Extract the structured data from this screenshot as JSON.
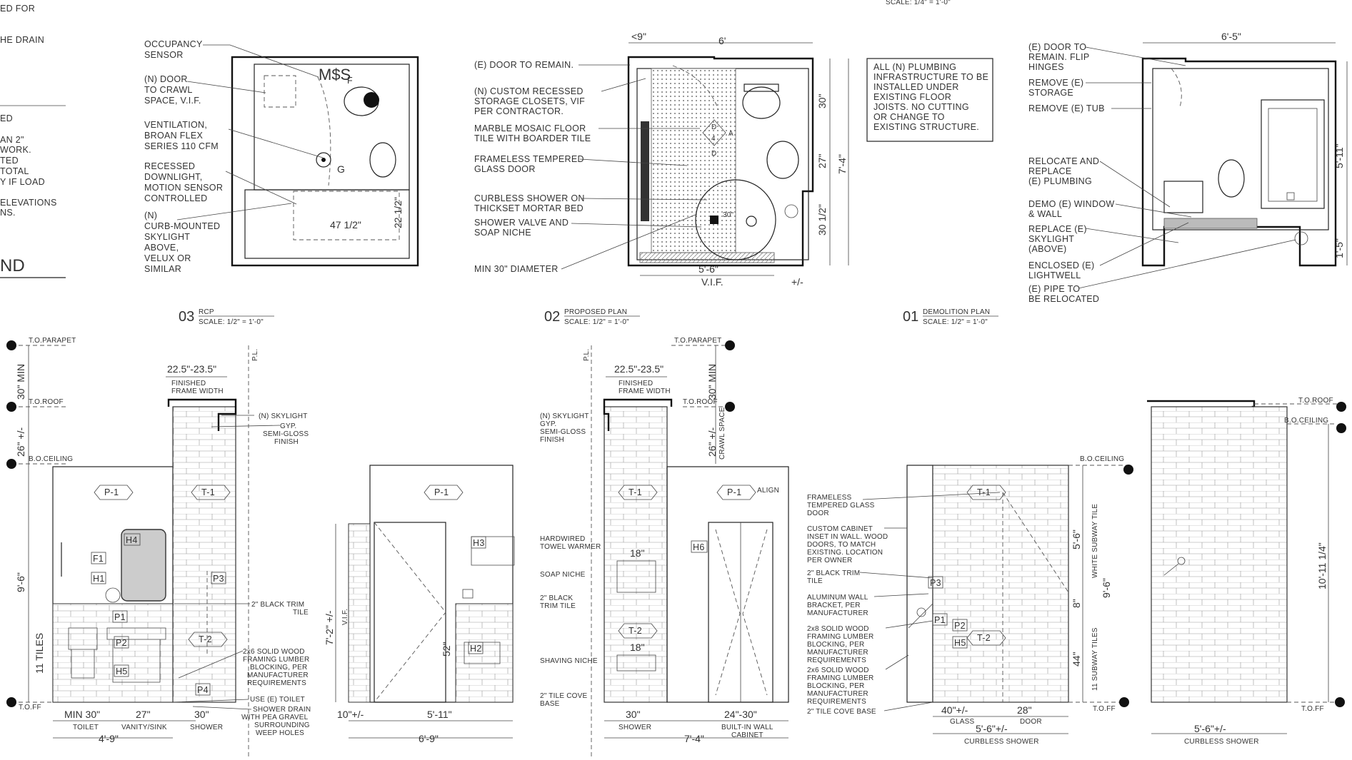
{
  "legend": {
    "partial_lines": [
      "ED FOR",
      "HE DRAIN",
      "ED",
      "AN 2\"",
      "WORK.",
      "TED",
      "TOTAL",
      "Y IF LOAD",
      "ELEVATIONS",
      "NS."
    ],
    "heading": "ND"
  },
  "rcp": {
    "number": "03",
    "title": "RCP",
    "scale": "SCALE: 1/2\" = 1'-0\"",
    "notes": [
      [
        "OCCUPANCY",
        "SENSOR"
      ],
      [
        "(N) DOOR",
        "TO CRAWL",
        "SPACE, V.I.F."
      ],
      [
        "VENTILATION,",
        "BROAN FLEX",
        "SERIES 110 CFM"
      ],
      [
        "RECESSED",
        "DOWNLIGHT,",
        "MOTION SENSOR",
        "CONTROLLED"
      ],
      [
        "(N)",
        "CURB-MOUNTED",
        "SKYLIGHT",
        "ABOVE,",
        "VELUX OR",
        "SIMILAR"
      ]
    ],
    "switch_label": "M$S",
    "switch_sub": "F",
    "g_label": "G",
    "dim_width": "47 1/2\"",
    "dim_depth": "22 1/2\""
  },
  "proposed": {
    "number": "02",
    "title": "PROPOSED PLAN",
    "scale": "SCALE: 1/2\" = 1'-0\"",
    "notes": [
      [
        "(E) DOOR TO REMAIN."
      ],
      [
        "(N) CUSTOM RECESSED",
        "STORAGE CLOSETS, VIF",
        "PER CONTRACTOR."
      ],
      [
        "MARBLE MOSAIC FLOOR",
        "TILE WITH BOARDER TILE"
      ],
      [
        "FRAMELESS TEMPERED",
        "GLASS DOOR"
      ],
      [
        "CURBLESS SHOWER ON",
        "THICKSET MORTAR BED"
      ],
      [
        "SHOWER VALVE AND",
        "SOAP NICHE"
      ],
      [
        "MIN 30\" DIAMETER"
      ]
    ],
    "box_note": [
      "ALL (N) PLUMBING",
      "INFRASTRUCTURE TO BE",
      "INSTALLED UNDER",
      "EXISTING FLOOR",
      "JOISTS. NO CUTTING",
      "OR CHANGE TO",
      "EXISTING STRUCTURE."
    ],
    "dims": {
      "top_small": "<9\"",
      "top": "6'",
      "right_1": "30\"",
      "right_2": "27\"",
      "right_3": "30 1/2\"",
      "right_total": "7'-4\"",
      "bottom": "5'-6\"",
      "bottom_vif": "V.I.F.",
      "bottom_tol": "+/-",
      "circle": "30\""
    },
    "section_marker": {
      "top": "D",
      "middle": "4",
      "right": "A",
      "bottom": "D"
    }
  },
  "demolition": {
    "number": "01",
    "title": "DEMOLITION PLAN",
    "scale": "SCALE: 1/2\" = 1'-0\"",
    "notes": [
      [
        "(E) DOOR TO",
        "REMAIN. FLIP",
        "HINGES"
      ],
      [
        "REMOVE (E)",
        "STORAGE"
      ],
      [
        "REMOVE (E) TUB"
      ],
      [
        "RELOCATE AND",
        "REPLACE",
        "(E) PLUMBING"
      ],
      [
        "DEMO (E) WINDOW",
        "& WALL"
      ],
      [
        "REPLACE (E)",
        "SKYLIGHT",
        "(ABOVE)"
      ],
      [
        "ENCLOSED (E)",
        "LIGHTWELL"
      ],
      [
        "(E) PIPE TO",
        "BE RELOCATED"
      ]
    ],
    "dims": {
      "top": "6'-5\"",
      "right_1": "5'-11\"",
      "right_2": "1'-5\""
    },
    "top_partial": "SCALE: 1/4\" = 1'-0\""
  },
  "elev_a": {
    "levels": [
      "T.O.PARAPET",
      "T.O.ROOF",
      "B.O.CEILING",
      "T.O.FF"
    ],
    "left_dims": [
      "30\" MIN",
      "26\" +/-",
      "9'-6\"",
      "11 TILES"
    ],
    "top_dim": "22.5\"-23.5\"",
    "top_dim_note": [
      "FINISHED",
      "FRAME WIDTH"
    ],
    "pl": "P.L.",
    "tags": [
      "P-1",
      "T-1",
      "T-2",
      "H4",
      "F1",
      "H1",
      "P3",
      "P1",
      "P2",
      "H5",
      "P4"
    ],
    "notes": [
      [
        "(N) SKYLIGHT"
      ],
      [
        "GYP.",
        "SEMI-GLOSS",
        "FINISH"
      ],
      [
        "2\" BLACK TRIM",
        "TILE"
      ],
      [
        "2x6 SOLID WOOD",
        "FRAMING LUMBER",
        "BLOCKING, PER",
        "MANUFACTURER",
        "REQUIREMENTS"
      ],
      [
        "USE (E) TOILET"
      ],
      [
        "SHOWER DRAIN",
        "WITH PEA GRAVEL",
        "SURROUNDING",
        "WEEP HOLES"
      ]
    ],
    "bottom_dims": [
      "MIN 30\"",
      "27\"",
      "30\""
    ],
    "bottom_labels": [
      "TOILET",
      "VANITY/SINK",
      "SHOWER"
    ],
    "bottom_total": "4'-9\""
  },
  "elev_b": {
    "tag": "P-1",
    "tag_h3": "H3",
    "tag_h2": "H2",
    "left_dim": "7'-2\" +/-",
    "left_vif": "V.I.F.",
    "door_dim": "52\"",
    "bottom_dims": [
      "10\"+/-",
      "5'-11\""
    ],
    "bottom_total": "6'-9\"",
    "notes": [
      [
        "HARDWIRED",
        "TOWEL WARMER"
      ],
      [
        "SOAP NICHE"
      ],
      [
        "2\" BLACK",
        "TRIM TILE"
      ],
      [
        "SHAVING NICHE"
      ],
      [
        "2\" TILE COVE",
        "BASE"
      ]
    ]
  },
  "elev_c": {
    "pl": "P.L.",
    "level_parapet": "T.O.PARAPET",
    "level_roof": "T.O.ROOF",
    "top_dim": "22.5\"-23.5\"",
    "top_dim_note": [
      "FINISHED",
      "FRAME WIDTH"
    ],
    "right_dims": [
      "30\" MIN",
      "26\" +/-"
    ],
    "crawl": "CRAWL SPACE",
    "tags": [
      "T-1",
      "P-1",
      "H6",
      "T-2"
    ],
    "niche_dims": [
      "18\"",
      "18\""
    ],
    "align": "ALIGN",
    "notes": [
      [
        "(N) SKYLIGHT",
        "GYP.",
        "SEMI-GLOSS",
        "FINISH"
      ]
    ],
    "bottom_dims": [
      "30\"",
      "24\"-30\""
    ],
    "bottom_labels": [
      "SHOWER",
      "BUILT-IN WALL",
      "CABINET"
    ],
    "bottom_total": "7'-4\""
  },
  "elev_d": {
    "level_ceiling": "B.O.CEILING",
    "level_ff": "T.O.FF",
    "tags": [
      "T-1",
      "P3",
      "P1",
      "P2",
      "H5",
      "T-2"
    ],
    "notes": [
      [
        "FRAMELESS",
        "TEMPERED GLASS",
        "DOOR"
      ],
      [
        "CUSTOM CABINET",
        "INSET IN WALL. WOOD",
        "DOORS, TO MATCH",
        "EXISTING. LOCATION",
        "PER OWNER"
      ],
      [
        "2\" BLACK TRIM",
        "TILE"
      ],
      [
        "ALUMINUM WALL",
        "BRACKET, PER",
        "MANUFACTURER"
      ],
      [
        "2x8 SOLID WOOD",
        "FRAMING LUMBER",
        "BLOCKING, PER",
        "MANUFACTURER",
        "REQUIREMENTS"
      ],
      [
        "2x6 SOLID WOOD",
        "FRAMING LUMBER",
        "BLOCKING, PER",
        "MANUFACTURER",
        "REQUIREMENTS"
      ],
      [
        "2\" TILE COVE BASE"
      ]
    ],
    "right_dims": [
      "5'-6\"",
      "9'-6\"",
      "44\"",
      "8\""
    ],
    "right_labels": [
      "WHITE SUBWAY TILE",
      "11 SUBWAY TILES"
    ],
    "bottom_dims": [
      "40\"+/-",
      "28\""
    ],
    "bottom_labels": [
      "GLASS",
      "DOOR"
    ],
    "bottom_total": "5'-6\"+/-",
    "bottom_total_label": "CURBLESS SHOWER"
  },
  "elev_e": {
    "level_roof": "T.O.ROOF",
    "level_ceiling": "B.O.CEILING",
    "level_ff": "T.O.FF",
    "left_dim": "10'-11 1/4\"",
    "bottom_total": "5'-6\"+/-",
    "bottom_total_label": "CURBLESS SHOWER"
  }
}
